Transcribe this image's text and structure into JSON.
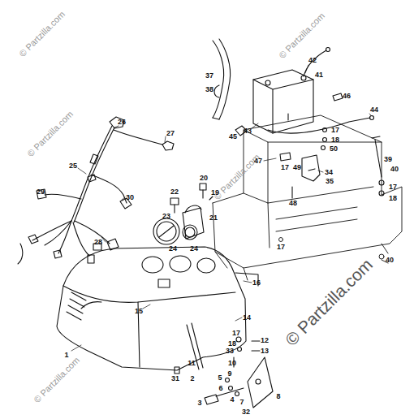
{
  "diagram": {
    "labels": [
      "© Partzilla.com",
      "© Partzilla.com",
      "© Partzilla.com",
      "© Partzilla.com",
      "© Partzilla.com",
      "© Partzilla.com",
      "26",
      "27",
      "25",
      "29",
      "30",
      "28",
      "37",
      "38",
      "42",
      "41",
      "46",
      "45",
      "43",
      "44",
      "17",
      "18",
      "50",
      "47",
      "17",
      "49",
      "34",
      "35",
      "48",
      "39",
      "40",
      "17",
      "18",
      "20",
      "19",
      "22",
      "23",
      "21",
      "24",
      "24",
      "17",
      "40",
      "16",
      "15",
      "14",
      "1",
      "17",
      "12",
      "18",
      "13",
      "33",
      "10",
      "9",
      "5",
      "6",
      "4",
      "7",
      "3",
      "32",
      "8",
      "31",
      "2",
      "11"
    ]
  }
}
